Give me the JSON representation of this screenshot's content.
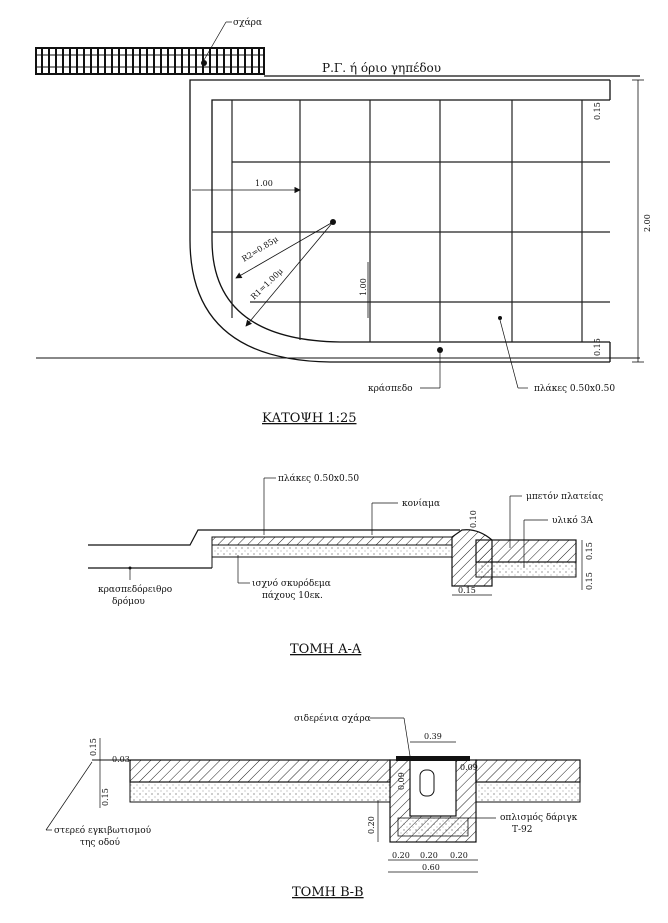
{
  "plan": {
    "grate_label": "σχάρα",
    "boundary_label": "Ρ.Γ. ή όριο γηπέδου",
    "dim_top_right": "0.15",
    "dim_right": "2.00",
    "dim_1_00": "1.00",
    "dim_radius_2": "R2=0.85μ",
    "dim_radius_1": "R1=1.00μ",
    "dim_vertical": "1.00",
    "dim_bottom_right": "0.15",
    "curb_label": "κράσπεδο",
    "tiles_label": "πλάκες 0.50x0.50",
    "title": "ΚΑΤΟΨΗ 1:25"
  },
  "section_a": {
    "tiles_label": "πλάκες 0.50x0.50",
    "mortar_label": "κονίαμα",
    "concrete_square_label": "μπετόν πλατείας",
    "material_label": "υλικό 3Α",
    "dim_top": "0.10",
    "kerb_label_1": "κρασπεδόρειθρο",
    "kerb_label_2": "δρόμου",
    "lean_concrete_1": "ισχνό σκυρόδεμα",
    "lean_concrete_2": "πάχους 10εκ.",
    "dim_bottom": "0.15",
    "dim_right": "0.15",
    "dim_right_2": "0.15",
    "title": "ΤΟΜΗ Α-Α"
  },
  "section_b": {
    "grate_label": "σιδερένια σχάρα",
    "dim_top_width": "0.39",
    "dim_left_015": "0.15",
    "dim_left_003": "0.03",
    "dim_left_2": "0.15",
    "dim_chan_h": "0.09",
    "dim_chan_h2": "0.09",
    "dim_bottom_h": "0.20",
    "rebar_label_1": "οπλισμός δάριγκ",
    "rebar_label_2": "Τ-92",
    "hardcore_label_1": "στερεό εγκιβωτισμού",
    "hardcore_label_2": "της οδού",
    "dim_seg_1": "0.20",
    "dim_seg_2": "0.20",
    "dim_seg_3": "0.20",
    "dim_total": "0.60",
    "title": "ΤΟΜΗ Β-Β"
  }
}
